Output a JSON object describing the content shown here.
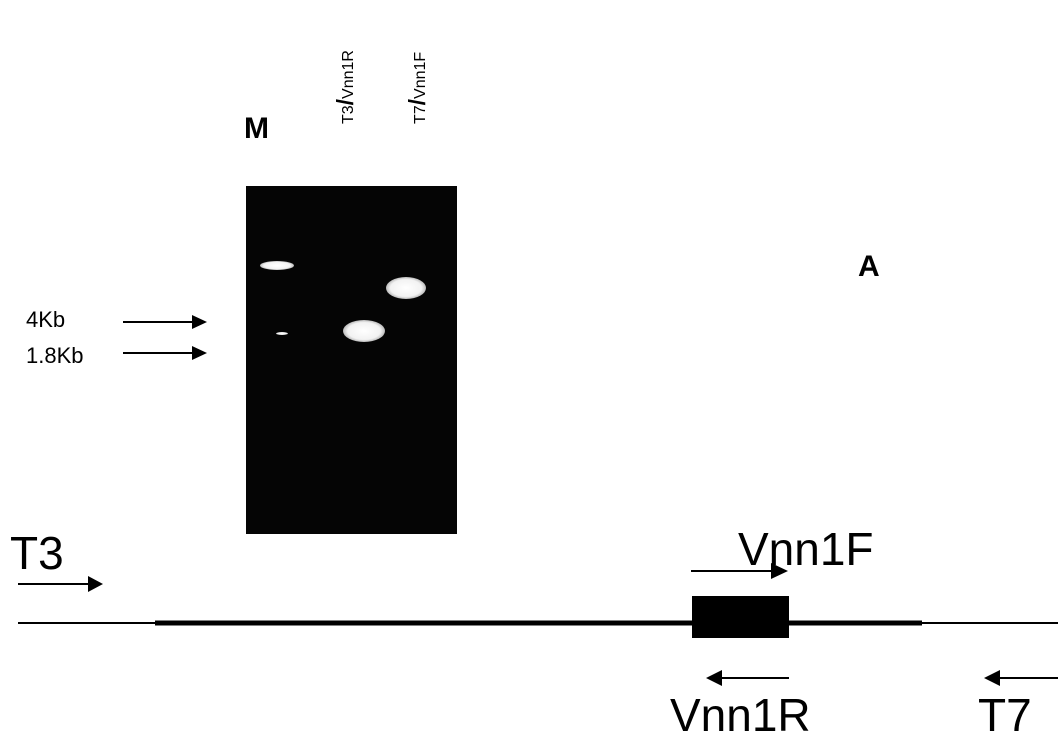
{
  "gel": {
    "marker_lane_label": "M",
    "lane2_label": {
      "big": "T3",
      "slash": "/",
      "small": "Vnn1R"
    },
    "lane3_label": {
      "big": "T7",
      "slash": "/",
      "small": "Vnn1F"
    },
    "panel_label": "A",
    "size_markers": [
      "4Kb",
      "1.8Kb"
    ]
  },
  "map": {
    "primers": {
      "t3": "T3",
      "vnn1f": "Vnn1F",
      "vnn1r": "Vnn1R",
      "t7": "T7"
    }
  }
}
